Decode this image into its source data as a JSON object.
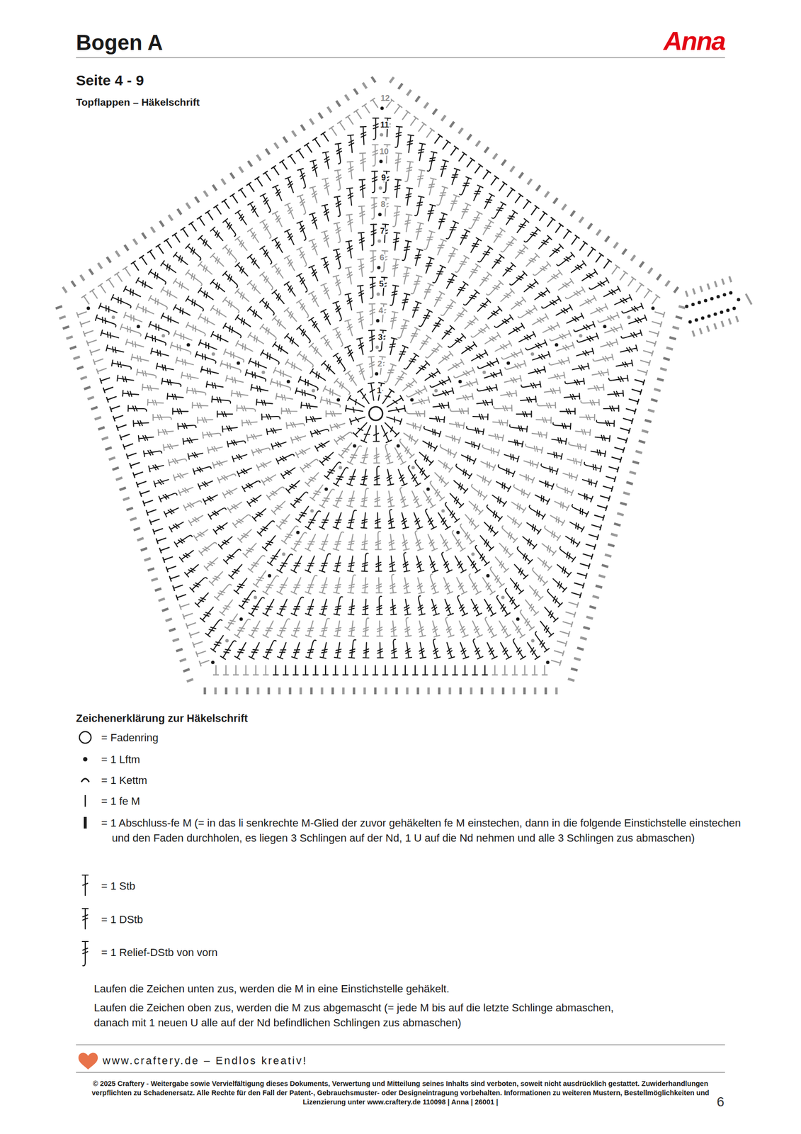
{
  "diagram": {
    "title": "Bogen A",
    "labels": [
      "Anna",
      "Seite 4 - 9",
      "Topflappen – Häkelschrift",
      "12",
      "11",
      "10",
      "9",
      "8",
      "7",
      "6",
      "5",
      "4",
      "3",
      "2",
      "1",
      "Zeichenerklärung zur Häkelschrift",
      "Laufen die Zeichen unten zus, werden die M in eine Einstichstelle gehäkelt.",
      "Laufen die Zeichen oben zus, werden die M zus abgemascht (= jede M bis auf die letzte Schlinge abmaschen, danach mit 1 neuen U alle auf der Nd befindlichen Schlingen zus abmaschen)",
      "www.craftery.de – Endlos kreativ!",
      "© 2025 Craftery - Weitergabe sowie Vervielfältigung dieses Dokuments, Verwertung und Mitteilung seines Inhalts sind verboten, soweit nicht ausdrücklich gestattet. Zuwiderhandlungen verpflichten zu Schadenersatz. Alle Rechte für den Fall der Patent-, Gebrauchsmuster- oder Designeintragung vorbehalten. Informationen zu weiteren Mustern, Bestellmöglichkeiten und Lizenzierung unter www.craftery.de 110098 | Anna | 26001 |",
      "6"
    ],
    "legend": [
      {
        "text": "= Fadenring"
      },
      {
        "text": "= 1 Lftm"
      },
      {
        "text": "= 1 Kettm"
      },
      {
        "text": "= 1 fe M"
      },
      {
        "text": "= 1 Abschluss-fe M (= in das li senkrechte M-Glied der zuvor gehäkelten fe M einstechen, dann in die folgende Einstichstelle einstechen und den Faden durchholen, es liegen 3 Schlingen auf der Nd, 1 U auf die Nd nehmen und alle 3 Schlingen zus abmaschen)"
      },
      {
        "text": "= 1 Stb"
      },
      {
        "text": "= 1 DStb"
      },
      {
        "text": "= 1 Relief-DStb von vorn"
      }
    ]
  }
}
